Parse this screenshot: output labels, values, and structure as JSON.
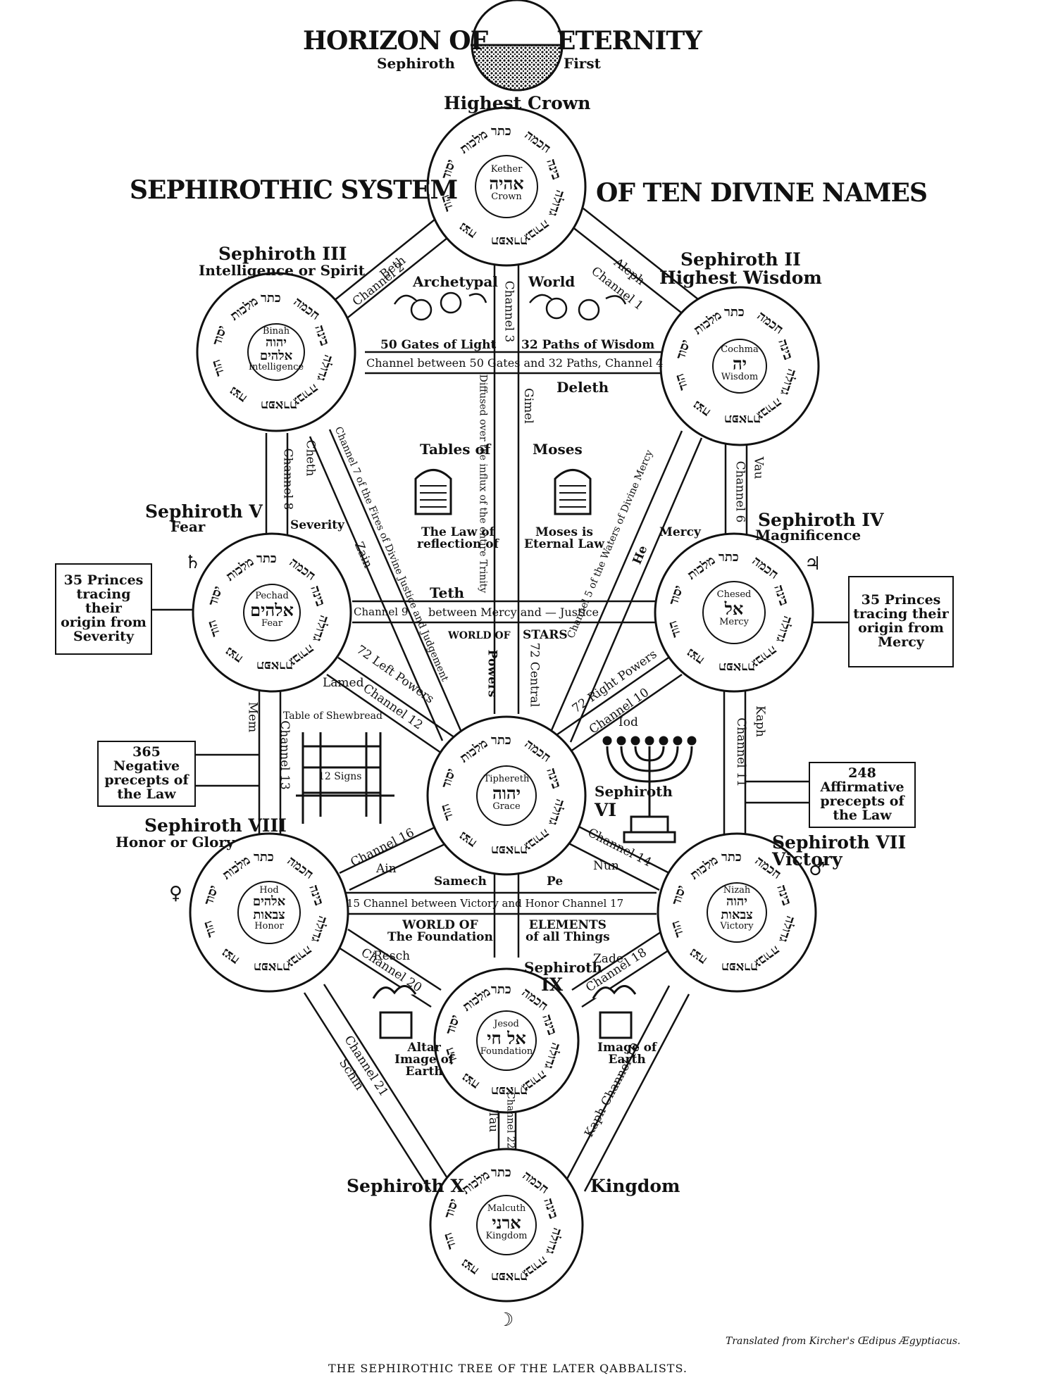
{
  "title": {
    "horizon": "HORIZON OF",
    "eternity": "ETERNITY",
    "sephiroth": "Sephiroth",
    "first": "First",
    "highest_crown": "Highest Crown",
    "system_left": "SEPHIROTHIC SYSTEM",
    "system_right": "OF TEN DIVINE NAMES"
  },
  "sephiroth": {
    "kether": {
      "name": "Kether",
      "hebrew": "אהיה",
      "meaning": "Crown"
    },
    "cochma": {
      "name": "Cochma",
      "hebrew": "יה",
      "meaning": "Wisdom",
      "label1": "Sephiroth II",
      "label2": "Highest Wisdom"
    },
    "binah": {
      "name": "Binah",
      "hebrew1": "יהוה",
      "hebrew2": "אלהים",
      "meaning": "Intelligence",
      "label1": "Sephiroth III",
      "label2": "Intelligence or Spirit"
    },
    "chesed": {
      "name": "Chesed",
      "hebrew": "אל",
      "meaning": "Mercy",
      "label1": "Sephiroth IV",
      "label2": "Magnificence"
    },
    "pechad": {
      "name": "Pechad",
      "hebrew": "אלהים",
      "meaning": "Fear",
      "label1": "Sephiroth V",
      "label2": "Fear"
    },
    "tiphereth": {
      "name": "Tiphereth",
      "hebrew": "יהוה",
      "meaning": "Grace",
      "label1": "Sephiroth",
      "label2": "VI"
    },
    "nizah": {
      "name": "Nizah",
      "hebrew1": "יהוה",
      "hebrew2": "צבאות",
      "meaning": "Victory",
      "label1": "Sephiroth VII",
      "label2": "Victory"
    },
    "hod": {
      "name": "Hod",
      "hebrew1": "אלהים",
      "hebrew2": "צבאות",
      "meaning": "Honor",
      "label1": "Sephiroth VIII",
      "label2": "Honor or Glory"
    },
    "jesod": {
      "name": "Jesod",
      "hebrew": "אל חי",
      "meaning": "Foundation",
      "label1": "Sephiroth",
      "label2": "IX"
    },
    "malcuth": {
      "name": "Malcuth",
      "hebrew": "ארני",
      "meaning": "Kingdom",
      "label1": "Sephiroth X",
      "label2": "Kingdom"
    }
  },
  "ring_words": [
    "כתר",
    "חכמה",
    "בינה",
    "גדולה",
    "גבורה",
    "תפארת",
    "נצח",
    "הוד",
    "יסוד",
    "מלכות"
  ],
  "channels": {
    "aleph": "Aleph",
    "channel1": "Channel 1",
    "beth": "Beth",
    "channel2": "Channel 2",
    "channel3": "Channel 3",
    "gimel": "Gimel",
    "deleth": "Deleth",
    "channel_between_50_32": "Channel between 50 Gates and 32 Paths, Channel 4",
    "channel5": "Channel 5 of the Waters of Divine Mercy",
    "vau": "Vau",
    "channel6": "Channel 6",
    "channel7": "Channel 7 of the Fires of Divine Justice and Judgement",
    "zain": "Zain",
    "cheth": "Cheth",
    "channel8": "Channel 8",
    "channel9": "Channel 9",
    "teth": "Teth",
    "between_mercy_justice": "between Mercy and — Justice",
    "channel10": "Channel 10",
    "iod": "Iod",
    "kaph": "Kaph",
    "channel11": "Channel 11",
    "lamed": "Lamed",
    "channel12": "Channel 12",
    "mem": "Mem",
    "channel13": "Channel 13",
    "channel14": "Channel 14",
    "nun": "Nun",
    "channel15": "15 Channel between Victory and Honor Channel 17",
    "channel16": "Channel 16",
    "ain": "Ain",
    "samech": "Samech",
    "pe": "Pe",
    "channel18": "Channel 18",
    "zade": "Zade",
    "channel19": "Kaph Channel 19",
    "resch": "Resch",
    "channel20": "Channel 20",
    "channel21": "Channel 21",
    "schin": "Schin",
    "channel22": "Channel 22",
    "tau": "Tau",
    "diffused": "Diffused over the influx of the entire Trinity"
  },
  "annotations": {
    "archetypal": "Archetypal",
    "world": "World",
    "gates_of_light": "50 Gates of Light",
    "paths_of_wisdom": "32 Paths of Wisdom",
    "tables_of": "Tables of",
    "moses": "Moses",
    "law_of_reflection": "The Law of\nreflection of",
    "moses_eternal": "Moses is\nEternal Law",
    "severity": "Severity",
    "mercy": "Mercy",
    "he": "He",
    "world_of": "WORLD OF",
    "powers": "Powers",
    "stars": "STARS",
    "central": "72 Central",
    "left_powers": "72 Left Powers",
    "right_powers": "72 Right Powers",
    "table_shewbread": "Table of Shewbread",
    "signs": "12 Signs",
    "world_foundation": "WORLD OF\nThe Foundation",
    "elements": "ELEMENTS\nof all Things",
    "altar": "Altar\nImage of\nEarth",
    "image_earth": "Image of\nEarth"
  },
  "boxes": {
    "princes_severity": "35 Princes\ntracing their\norigin from\nSeverity",
    "princes_mercy": "35 Princes\ntracing their\norigin from\nMercy",
    "negative": "365 Negative\nprecepts of\nthe Law",
    "affirmative": "248 Affirmative\nprecepts of\nthe Law"
  },
  "footer": {
    "translated": "Translated from Kircher's Œdipus Ægyptiacus.",
    "caption": "THE SEPHIROTHIC TREE OF THE LATER QABBALISTS."
  },
  "symbols": {
    "saturn": "♄",
    "jupiter": "♃",
    "venus": "♀",
    "mars": "♂",
    "moon": "☽"
  }
}
